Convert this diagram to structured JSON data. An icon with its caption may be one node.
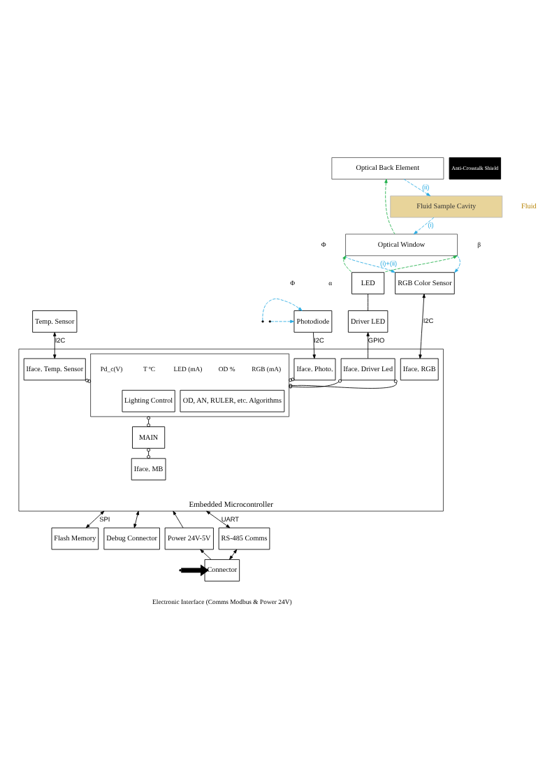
{
  "diagram": {
    "nodes": [
      {
        "text": [
          "Optical Back Element"
        ]
      },
      {
        "text": [
          "Fluid Sample Cavity"
        ],
        "beside": [
          "Fluid"
        ]
      },
      {
        "text": [
          "Optical Window"
        ]
      },
      {
        "text": [
          "Anti-Crosstalk Shield"
        ]
      },
      {
        "text": [
          "Photodiode"
        ]
      },
      {
        "text": [
          "RGB Color Sensor"
        ]
      },
      {
        "text": [
          "LED"
        ]
      },
      {
        "text": [
          "Driver LED"
        ]
      },
      {
        "text": [
          "Temp. Sensor"
        ]
      },
      {
        "text": [
          "Embedded Microcontroller"
        ]
      },
      {
        "text": [
          "Iface. RGB"
        ],
        "in": 9
      },
      {
        "text": [
          "Iface. Driver Led"
        ],
        "in": 9
      },
      {
        "text": [
          "Iface. Temp. Sensor"
        ],
        "in": 9
      },
      {
        "text": [
          "Iface. Photo."
        ],
        "in": 9
      },
      {
        "text": [],
        "shape": "box",
        "in": 9
      },
      {
        "text": [
          "OD, AN, RULER, etc. Algorithms"
        ],
        "in": 14
      },
      {
        "text": [
          "Lighting Control"
        ],
        "in": 14
      },
      {
        "text": [
          "MAIN"
        ],
        "in": 9
      },
      {
        "text": [
          "Iface. MB"
        ],
        "in": 9
      },
      {
        "text": [
          "Flash Memory"
        ]
      },
      {
        "text": [
          "Debug Connector"
        ]
      },
      {
        "text": [
          "Power 24V-5V"
        ]
      },
      {
        "text": [
          "RS-485 Comms"
        ]
      },
      {
        "text": [
          "Connector"
        ]
      }
    ],
    "edges": [
      {
        "from": 0,
        "to": 1,
        "arrow": "to",
        "label": "(ii)",
        "style": "dashed",
        "color": "#29abe2"
      },
      {
        "from": 1,
        "to": 2,
        "arrow": "to",
        "label": "(i)",
        "style": "dashed",
        "color": "#29abe2"
      },
      {
        "from": 2,
        "to": 0,
        "arrow": "to",
        "style": "dashed",
        "color": "#22b14c"
      },
      {
        "from": 2,
        "to": 5,
        "arrow": "to",
        "label": "(i)+(ii)",
        "style": "dashed",
        "color": "#29abe2"
      },
      {
        "from": 2,
        "to": 5,
        "arrow": "to",
        "style": "dashed",
        "color": "#29abe2"
      },
      {
        "from": 6,
        "to": 2,
        "arrow": "to",
        "style": "dashed",
        "color": "#22b14c"
      },
      {
        "from": 6,
        "to": 2,
        "arrow": "to",
        "style": "dashed",
        "color": "#22b14c"
      },
      {
        "from": null,
        "to": 4,
        "arrow": "to",
        "style": "dashed",
        "color": "#29abe2"
      },
      {
        "from": null,
        "to": 4,
        "arrow": "to",
        "style": "dashed",
        "color": "#29abe2"
      },
      {
        "from": 5,
        "to": 10,
        "arrow": "both",
        "label": "I2C"
      },
      {
        "from": 11,
        "to": 7,
        "arrow": "to",
        "label": "GPIO"
      },
      {
        "from": 7,
        "to": 6,
        "arrow": "none"
      },
      {
        "from": 8,
        "to": 12,
        "arrow": "both",
        "label": "I2C"
      },
      {
        "from": 4,
        "to": 13,
        "arrow": "to",
        "label": "I2C"
      },
      {
        "from": 11,
        "to": 14,
        "arrow": "other"
      },
      {
        "from": 11,
        "to": 14,
        "arrow": "other"
      },
      {
        "from": 12,
        "to": 14,
        "arrow": "other"
      },
      {
        "from": 13,
        "to": 14,
        "arrow": "other"
      },
      {
        "from": 14,
        "to": 17,
        "arrow": "other"
      },
      {
        "from": 17,
        "to": 18,
        "arrow": "other"
      },
      {
        "from": 9,
        "to": 19,
        "arrow": "both",
        "label": "SPI"
      },
      {
        "from": 9,
        "to": 20,
        "arrow": "both"
      },
      {
        "from": 21,
        "to": 9,
        "arrow": "to"
      },
      {
        "from": 9,
        "to": 22,
        "arrow": "both",
        "label": "UART"
      },
      {
        "from": 23,
        "to": 21,
        "arrow": "to"
      },
      {
        "from": 22,
        "to": 23,
        "arrow": "both"
      },
      {
        "from": null,
        "to": 23,
        "arrow": "to",
        "style": "thick"
      }
    ],
    "labels": [
      "β",
      "Φ",
      "Φ",
      "α",
      "RGB (mA)",
      "OD %",
      "T ºC",
      "Pd_c(V)",
      "LED (mA)",
      "Electronic Interface (Comms Modbus & Power 24V)"
    ]
  }
}
